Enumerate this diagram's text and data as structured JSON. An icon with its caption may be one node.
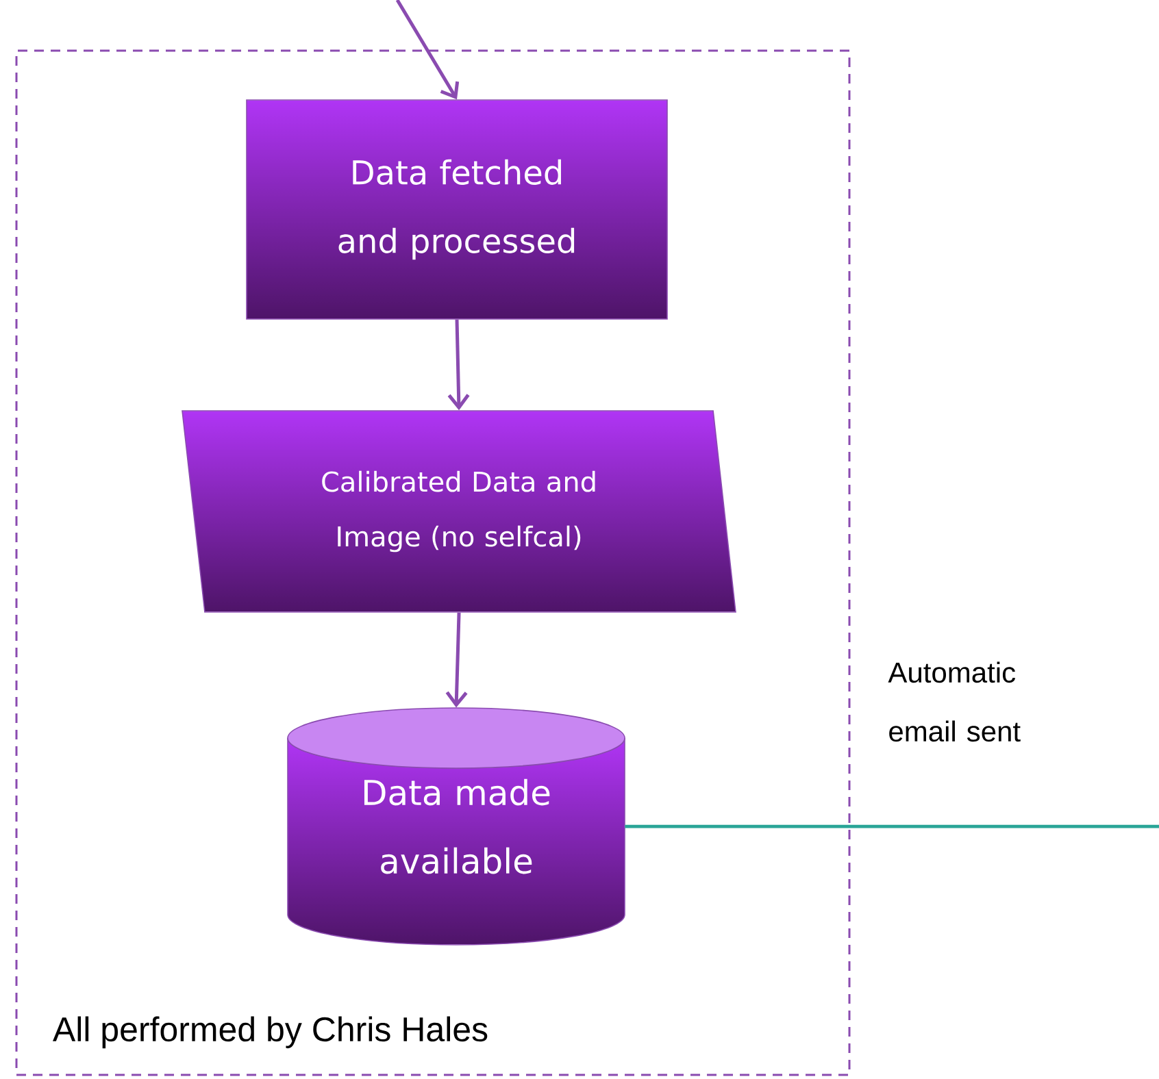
{
  "diagram": {
    "nodes": [
      {
        "text": [
          "All performed by Chris Hales"
        ]
      },
      {
        "text": [
          "Data fetched and processed"
        ],
        "in": 0
      },
      {
        "text": [
          "Calibrated Data and Image (no selfcal)"
        ],
        "in": 0
      },
      {
        "text": [
          "Data made available"
        ],
        "in": 0
      }
    ],
    "edges": [
      {
        "from": null,
        "to": 1,
        "arrow": "to"
      },
      {
        "from": 1,
        "to": 2,
        "arrow": "to"
      },
      {
        "from": 2,
        "to": 3,
        "arrow": "to"
      },
      {
        "from": 3,
        "to": null,
        "arrow": "none",
        "label": "Automatic email sent",
        "color": "#2aa597"
      }
    ]
  }
}
